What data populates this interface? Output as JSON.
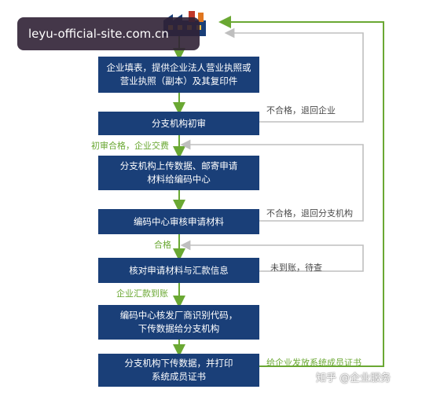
{
  "watermark": "leyu-official-site.com.cn",
  "footer_watermark": "知乎 @企业服务",
  "boxes": {
    "step1_line1": "企业填表，提供企业法人营业执照或",
    "step1_line2": "营业执照（副本）及其复印件",
    "step2": "分支机构初审",
    "step3_line1": "分支机构上传数据、邮寄申请",
    "step3_line2": "材料给编码中心",
    "step4": "编码中心审核申请材料",
    "step5": "核对申请材料与汇款信息",
    "step6_line1": "编码中心核发厂商识别代码，",
    "step6_line2": "下传数据给分支机构",
    "step7_line1": "分支机构下传数据，并打印",
    "step7_line2": "系统成员证书"
  },
  "labels": {
    "reject_to_company": "不合格，退回企业",
    "initial_pass": "初审合格，企业交费",
    "reject_to_branch": "不合格，退回分支机构",
    "pass": "合格",
    "not_received": "未到账，待查",
    "payment_received": "企业汇款到账",
    "issue_certificate": "给企业发放系统成员证书"
  },
  "colors": {
    "box": "#1a3f78",
    "green": "#6aa833",
    "gray": "#bfbfbf"
  },
  "icons": {
    "top": "factory-icon"
  }
}
